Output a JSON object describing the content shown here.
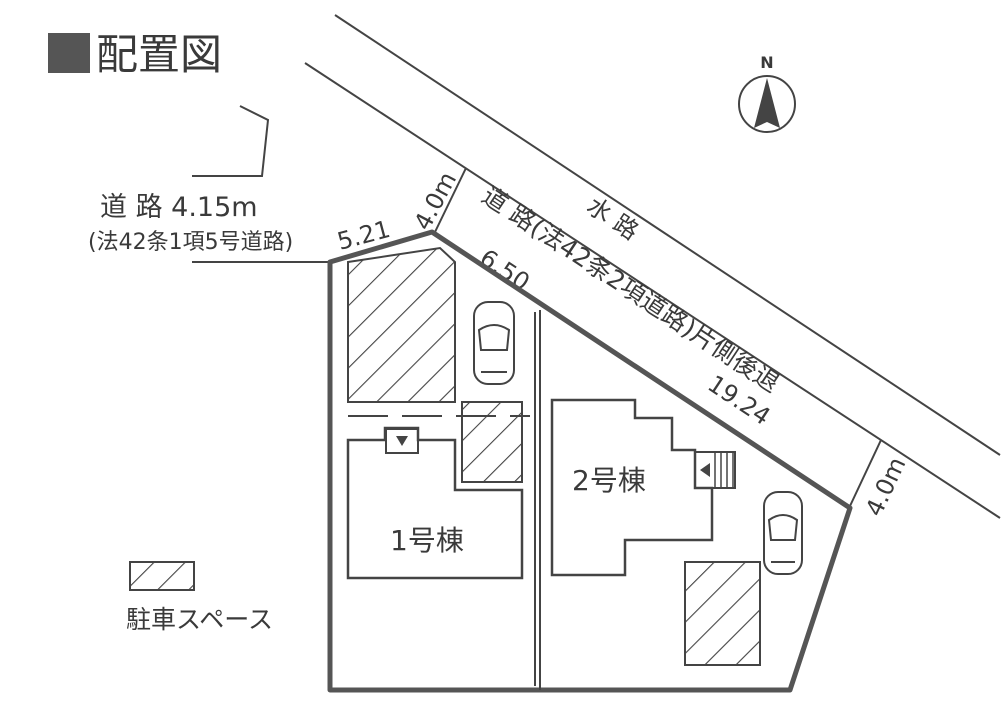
{
  "title": "配置図",
  "north_label": "N",
  "waterway_label": "水 路",
  "left_road": {
    "label": "道 路 4.15m",
    "note": "(法42条1項5号道路)"
  },
  "front_road": {
    "label": "道 路(法42条2項道路)片側後退"
  },
  "dimensions": {
    "left_frontage": "5.21",
    "left_setback": "4.0m",
    "right_setback": "4.0m",
    "frontage_lot1": "6.50",
    "frontage_lot2": "19.24"
  },
  "buildings": [
    {
      "label": "1号棟"
    },
    {
      "label": "2号棟"
    }
  ],
  "legend": {
    "parking_label": "駐車スペース"
  },
  "colors": {
    "line": "#444444",
    "boundary": "#555555",
    "title_square": "#555555"
  }
}
